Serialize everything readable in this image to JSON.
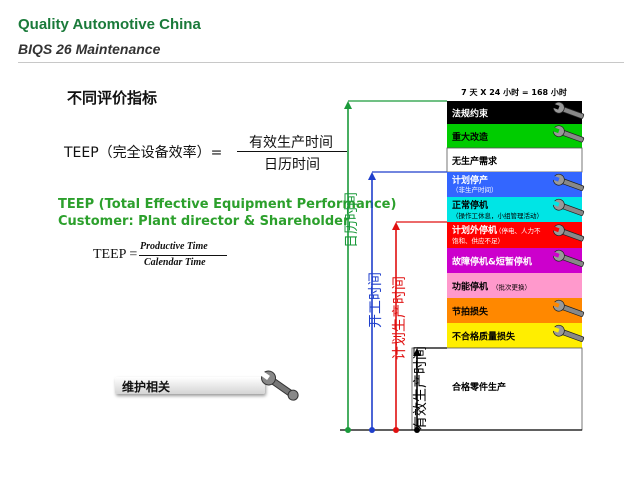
{
  "header": {
    "title": "Quality Automotive China",
    "subtitle": "BIQS 26 Maintenance"
  },
  "section_title": "不同评价指标",
  "formula_cn": {
    "lhs": "TEEP（完全设备效率）=",
    "numerator": "有效生产时间",
    "denominator": "日历时间"
  },
  "formula_en": {
    "line1": "TEEP (Total Effective Equipment Performance)",
    "line2": "Customer: Plant director & Shareholder",
    "lhs": "TEEP =",
    "numerator": "Productive Time",
    "denominator": "Calendar Time"
  },
  "maintenance_button": {
    "label": "维护相关",
    "icon": "wrench-icon"
  },
  "diagram": {
    "top_label": "7 天 X 24 小时 = 168 小时",
    "bands": [
      {
        "label": "法规约束",
        "sub": "",
        "color": "#000000",
        "text_color": "#ffffff",
        "wrench": true
      },
      {
        "label": "重大改造",
        "sub": "",
        "color": "#00cc00",
        "text_color": "#000000",
        "wrench": true
      },
      {
        "label": "无生产需求",
        "sub": "",
        "color": "#ffffff",
        "text_color": "#000000",
        "wrench": false
      },
      {
        "label": "计划停产",
        "sub": "（非生产时间）",
        "color": "#3366ff",
        "text_color": "#ffffff",
        "wrench": true
      },
      {
        "label": "正常停机",
        "sub": "（操作工休息，小组管理活动）",
        "color": "#00e5e5",
        "text_color": "#000000",
        "wrench": true
      },
      {
        "label": "计划外停机",
        "sub": "（停电、人力不",
        "sub2": "饱和、供应不足）",
        "color": "#ff0000",
        "text_color": "#ffffff",
        "wrench": true
      },
      {
        "label": "故障停机&短暂停机",
        "sub": "",
        "color": "#cc00cc",
        "text_color": "#ffffff",
        "wrench": true
      },
      {
        "label": "功能停机",
        "sub": "（批次更换）",
        "color": "#ff99cc",
        "text_color": "#000000",
        "wrench": false
      },
      {
        "label": "节拍损失",
        "sub": "",
        "color": "#ff8800",
        "text_color": "#000000",
        "wrench": true
      },
      {
        "label": "不合格质量损失",
        "sub": "",
        "color": "#ffee00",
        "text_color": "#000000",
        "wrench": true
      },
      {
        "label": "合格零件生产",
        "sub": "",
        "color": "#ffffff",
        "text_color": "#000000",
        "wrench": false
      }
    ],
    "arrows": [
      {
        "label": "日历时间",
        "color": "#1a9a3a"
      },
      {
        "label": "开工时间",
        "color": "#1f3fcc"
      },
      {
        "label": "计划生产时间",
        "color": "#e01010"
      },
      {
        "label": "有效生产时间",
        "color": "#000000"
      }
    ]
  }
}
